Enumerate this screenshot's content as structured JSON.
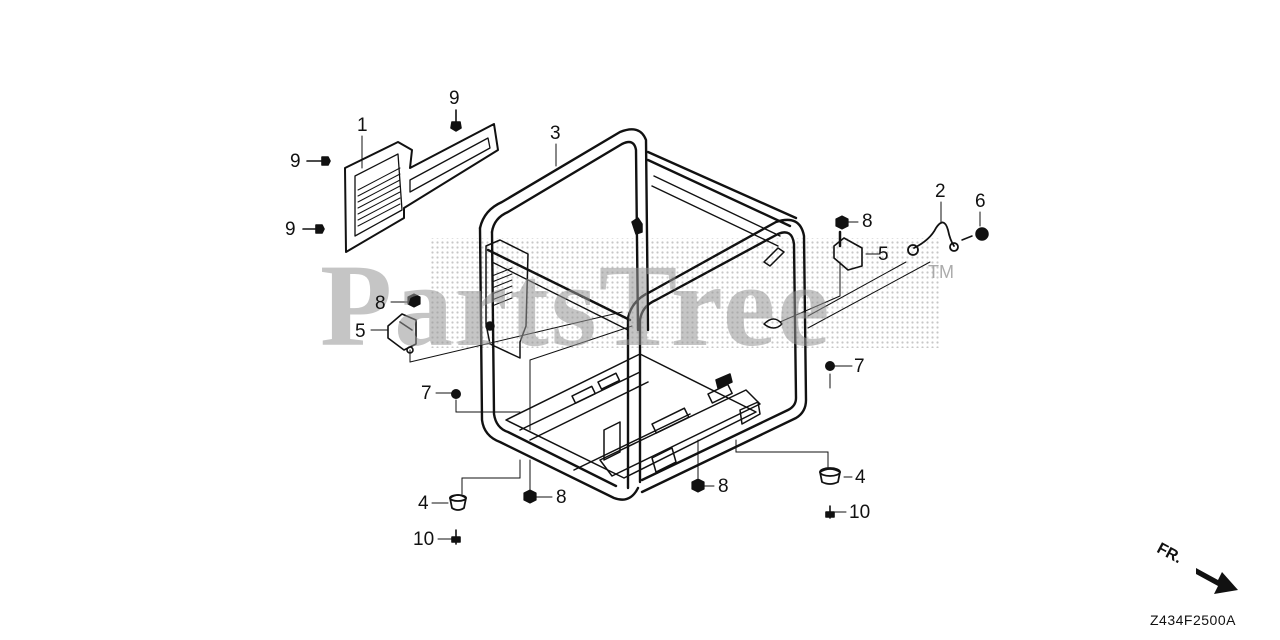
{
  "watermark": {
    "text": "PartsTree",
    "trademark": "TM"
  },
  "callouts": [
    {
      "id": "c1",
      "text": "1"
    },
    {
      "id": "c2",
      "text": "2"
    },
    {
      "id": "c3",
      "text": "3"
    },
    {
      "id": "c4a",
      "text": "4"
    },
    {
      "id": "c4b",
      "text": "4"
    },
    {
      "id": "c5a",
      "text": "5"
    },
    {
      "id": "c5b",
      "text": "5"
    },
    {
      "id": "c6",
      "text": "6"
    },
    {
      "id": "c7a",
      "text": "7"
    },
    {
      "id": "c7b",
      "text": "7"
    },
    {
      "id": "c8a",
      "text": "8"
    },
    {
      "id": "c8b",
      "text": "8"
    },
    {
      "id": "c8c",
      "text": "8"
    },
    {
      "id": "c8d",
      "text": "8"
    },
    {
      "id": "c9a",
      "text": "9"
    },
    {
      "id": "c9b",
      "text": "9"
    },
    {
      "id": "c9c",
      "text": "9"
    },
    {
      "id": "c10a",
      "text": "10"
    },
    {
      "id": "c10b",
      "text": "10"
    }
  ],
  "direction_label": "FR.",
  "diagram_ref": "Z434F2500A",
  "colors": {
    "line": "#111111",
    "watermark": "#969696"
  }
}
